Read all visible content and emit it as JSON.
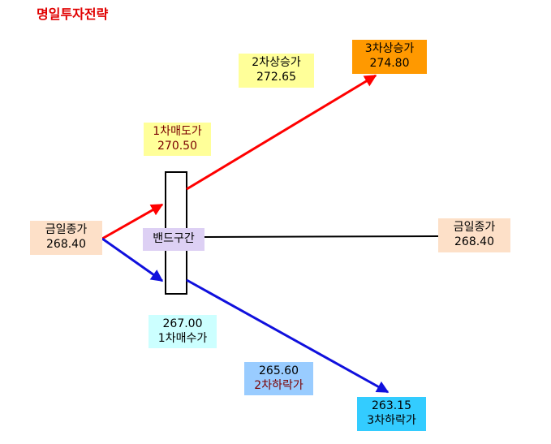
{
  "title": "명일투자전략",
  "nodes": {
    "close_left": {
      "l1": "금일종가",
      "l2": "268.40"
    },
    "sell1": {
      "l1": "1차매도가",
      "l2": "270.50"
    },
    "up2": {
      "l1": "2차상승가",
      "l2": "272.65"
    },
    "up3": {
      "l1": "3차상승가",
      "l2": "274.80"
    },
    "band": {
      "l1": "밴드구간"
    },
    "close_right": {
      "l1": "금일종가",
      "l2": "268.40"
    },
    "buy1": {
      "l1": "267.00",
      "l2": "1차매수가"
    },
    "down2": {
      "l1": "265.60",
      "l2": "2차하락가"
    },
    "down3": {
      "l1": "263.15",
      "l2": "3차하락가"
    }
  },
  "colors": {
    "up_line": "#ff0000",
    "down_line": "#1010dd",
    "mid_line": "#000000",
    "peach": "#fde0c8",
    "yellow": "#ffff99",
    "orange": "#ff9900",
    "lavender": "#ddd0f4",
    "cyan_light": "#ccffff",
    "blue_light": "#99ccff",
    "cyan": "#33ccff"
  }
}
